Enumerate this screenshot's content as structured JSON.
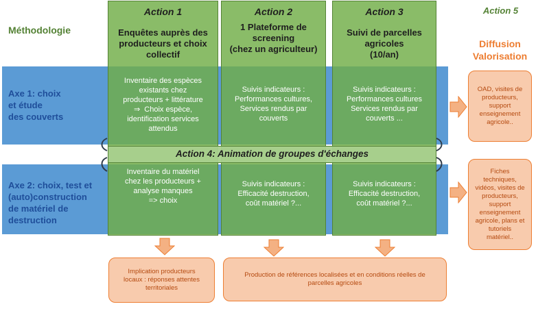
{
  "methodology_label": "Méthodologie",
  "axes": [
    {
      "label": "Axe 1: choix\net étude\ndes couverts"
    },
    {
      "label": "Axe 2: choix, test et\n(auto)construction\nde matériel de\ndestruction"
    }
  ],
  "actions": [
    {
      "title": "Action 1",
      "desc": "Enquêtes auprès des\nproducteurs et choix\ncollectif",
      "axe1": "Inventaire des espèces\nexistants chez\nproducteurs + littérature\n⇒  Choix espèce,\nidentification services\nattendus",
      "axe2": "Inventaire du matériel\nchez les producteurs +\nanalyse manques\n=> choix"
    },
    {
      "title": "Action 2",
      "desc": "1 Plateforme de\nscreening\n(chez un agriculteur)",
      "axe1": "Suivis indicateurs :\nPerformances cultures,\nServices rendus par\ncouverts",
      "axe2": "Suivis indicateurs :\nEfficacité destruction,\ncoût matériel ?..."
    },
    {
      "title": "Action 3",
      "desc": "Suivi de parcelles\nagricoles\n(10/an)",
      "axe1": "Suivis indicateurs :\nPerformances cultures\nServices rendus par\ncouverts ...",
      "axe2": "Suivis indicateurs :\nEfficacité destruction,\ncoût matériel ?..."
    }
  ],
  "action4": "Action 4: Animation de groupes d'échanges",
  "action5": {
    "title": "Action 5",
    "heading": "Diffusion\nValorisation",
    "axe1_box": "OAD, visites de\nproducteurs,\nsupport\nenseignement\nagricole..",
    "axe2_box": "Fiches\ntechniques,\nvidéos, visites de\nproducteurs,\nsupport\nenseignement\nagricole, plans et\ntutoriels\nmatériel.."
  },
  "outputs": [
    {
      "text": "Implication producteurs\nlocaux : réponses attentes\nterritoriales"
    },
    {
      "text": "Production de références localisées et en conditions réelles de\nparcelles agricoles"
    }
  ],
  "colors": {
    "axis_blue": "#5b9bd5",
    "action_green": "#70ad47",
    "diffusion_orange": "#ed7d31",
    "box_orange_fill": "#f8cbad"
  }
}
